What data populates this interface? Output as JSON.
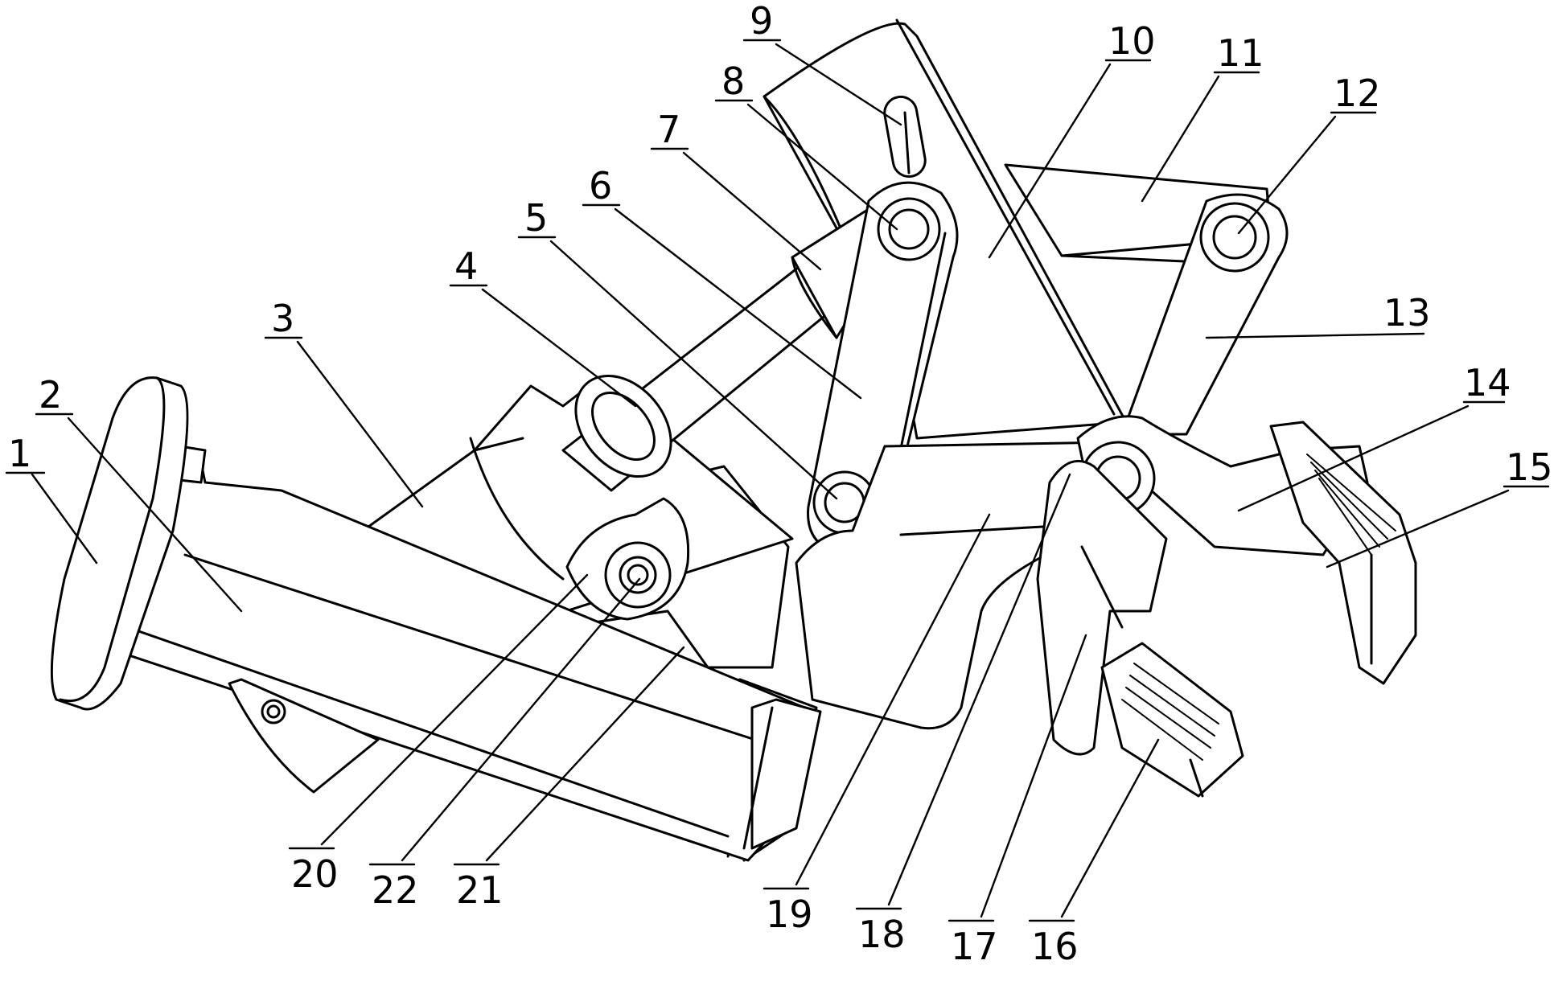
{
  "callouts": [
    {
      "id": "1",
      "text": "1"
    },
    {
      "id": "2",
      "text": "2"
    },
    {
      "id": "3",
      "text": "3"
    },
    {
      "id": "4",
      "text": "4"
    },
    {
      "id": "5",
      "text": "5"
    },
    {
      "id": "6",
      "text": "6"
    },
    {
      "id": "7",
      "text": "7"
    },
    {
      "id": "8",
      "text": "8"
    },
    {
      "id": "9",
      "text": "9"
    },
    {
      "id": "10",
      "text": "10"
    },
    {
      "id": "11",
      "text": "11"
    },
    {
      "id": "12",
      "text": "12"
    },
    {
      "id": "13",
      "text": "13"
    },
    {
      "id": "14",
      "text": "14"
    },
    {
      "id": "15",
      "text": "15"
    },
    {
      "id": "16",
      "text": "16"
    },
    {
      "id": "17",
      "text": "17"
    },
    {
      "id": "18",
      "text": "18"
    },
    {
      "id": "19",
      "text": "19"
    },
    {
      "id": "20",
      "text": "20"
    },
    {
      "id": "21",
      "text": "21"
    },
    {
      "id": "22",
      "text": "22"
    }
  ],
  "colors": {
    "line": "#000000",
    "background": "#ffffff"
  }
}
